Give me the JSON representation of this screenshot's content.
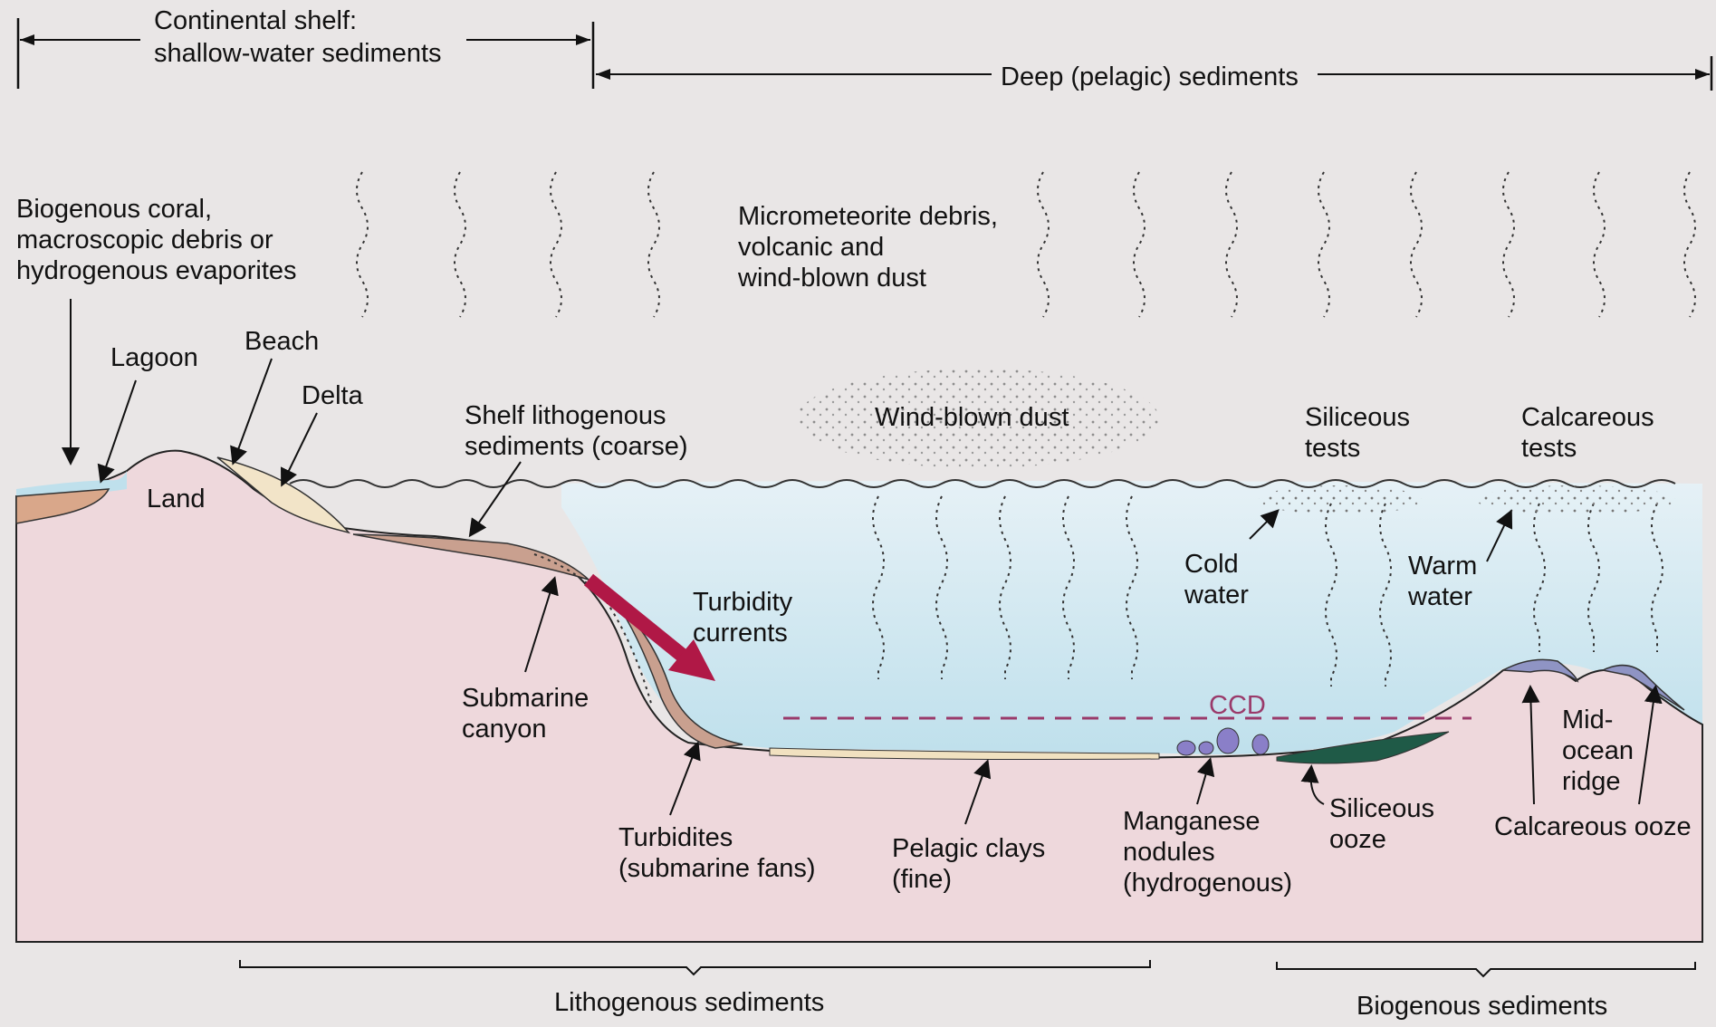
{
  "header": {
    "shelf_line1": "Continental shelf:",
    "shelf_line2": "shallow-water sediments",
    "deep": "Deep (pelagic) sediments"
  },
  "labels": {
    "biogenous_coral_1": "Biogenous coral,",
    "biogenous_coral_2": "macroscopic debris or",
    "biogenous_coral_3": "hydrogenous evaporites",
    "micrometeorite_1": "Micrometeorite debris,",
    "micrometeorite_2": "volcanic and",
    "micrometeorite_3": "wind-blown dust",
    "lagoon": "Lagoon",
    "beach": "Beach",
    "delta": "Delta",
    "land": "Land",
    "shelf_litho_1": "Shelf lithogenous",
    "shelf_litho_2": "sediments (coarse)",
    "wind_blown_dust": "Wind-blown dust",
    "siliceous_tests_1": "Siliceous",
    "siliceous_tests_2": "tests",
    "calcareous_tests_1": "Calcareous",
    "calcareous_tests_2": "tests",
    "turbidity_1": "Turbidity",
    "turbidity_2": "currents",
    "cold_water_1": "Cold",
    "cold_water_2": "water",
    "warm_water_1": "Warm",
    "warm_water_2": "water",
    "submarine_canyon_1": "Submarine",
    "submarine_canyon_2": "canyon",
    "ccd": "CCD",
    "mid_ocean_1": "Mid-",
    "mid_ocean_2": "ocean",
    "mid_ocean_3": "ridge",
    "turbidites_1": "Turbidites",
    "turbidites_2": "(submarine fans)",
    "pelagic_clays_1": "Pelagic clays",
    "pelagic_clays_2": "(fine)",
    "manganese_1": "Manganese",
    "manganese_2": "nodules",
    "manganese_3": "(hydrogenous)",
    "siliceous_ooze_1": "Siliceous",
    "siliceous_ooze_2": "ooze",
    "calcareous_ooze": "Calcareous ooze"
  },
  "footer": {
    "lithogenous": "Lithogenous sediments",
    "biogenous": "Biogenous sediments"
  },
  "colors": {
    "background": "#e9e6e6",
    "seafloor": "#eed8dc",
    "water": "#cfe6ef",
    "turbidity_arrow": "#b01846",
    "ccd_line": "#9a3a6a",
    "manganese": "#8a7fc8",
    "siliceous_ooze": "#1f5a47",
    "calcareous_ooze": "#8f94c4",
    "coarse_sediment": "#c9a08f"
  }
}
